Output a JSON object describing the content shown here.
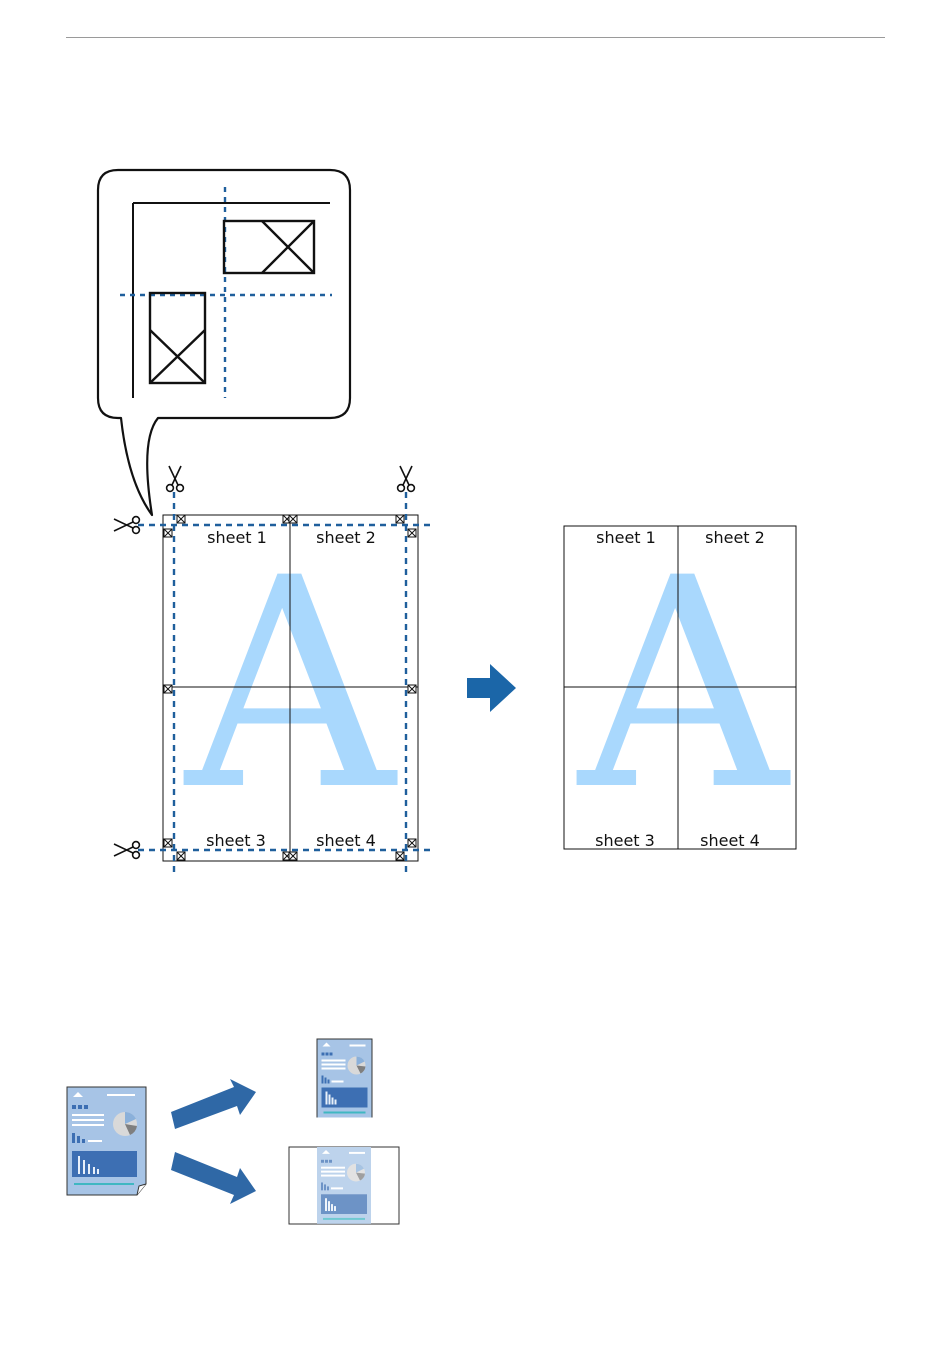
{
  "colors": {
    "cut_line": "#1f5f9c",
    "watermark": "#a9d8fd",
    "arrow": "#1b66a8",
    "doc_arrow": "#2f68a6",
    "doc_fill": "#a7c4e6",
    "doc_dark": "#3d6fb3"
  },
  "icons": {
    "scissors": "scissors-icon",
    "zoom": "speech-bubble-callout"
  },
  "tiled_poster": {
    "watermark_letter": "A",
    "sheets": [
      "sheet 1",
      "sheet 2",
      "sheet 3",
      "sheet 4"
    ]
  },
  "assembled_poster": {
    "watermark_letter": "A",
    "sheets": [
      "sheet 1",
      "sheet 2",
      "sheet 3",
      "sheet 4"
    ]
  }
}
